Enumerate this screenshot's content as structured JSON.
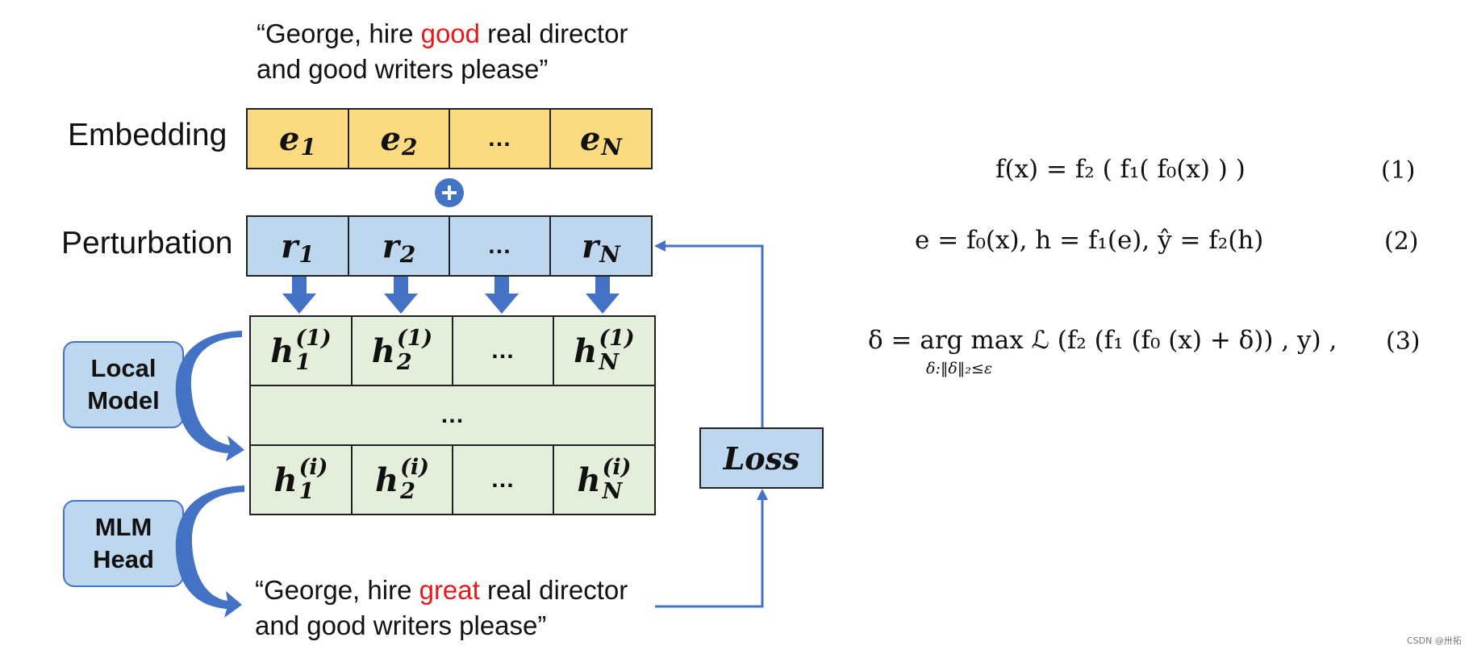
{
  "input_sentence": {
    "line1_prefix": "“George, hire ",
    "line1_highlight": "good",
    "line1_suffix": " real director",
    "line2": "and good writers please”"
  },
  "output_sentence": {
    "line1_prefix": "“George, hire ",
    "line1_highlight": "great",
    "line1_suffix": " real director",
    "line2": "and good writers please”"
  },
  "labels": {
    "embedding": "Embedding",
    "perturbation": "Perturbation"
  },
  "embedding_row": {
    "e1": "e",
    "e1_sub": "1",
    "e2": "e",
    "e2_sub": "2",
    "ellipsis": "…",
    "eN": "e",
    "eN_sub": "N"
  },
  "perturbation_row": {
    "r1": "r",
    "r1_sub": "1",
    "r2": "r",
    "r2_sub": "2",
    "ellipsis": "…",
    "rN": "r",
    "rN_sub": "N"
  },
  "hidden_row_1": {
    "h": "h",
    "sup": "(1)",
    "sub1": "1",
    "sub2": "2",
    "subN": "N",
    "ellipsis": "…"
  },
  "hidden_middle": {
    "ellipsis": "…"
  },
  "hidden_row_i": {
    "h": "h",
    "sup": "(i)",
    "sub1": "1",
    "sub2": "2",
    "subN": "N",
    "ellipsis": "…"
  },
  "plus_symbol": "+",
  "local_model": {
    "line1": "Local",
    "line2": "Model"
  },
  "mlm_head": {
    "line1": "MLM",
    "line2": "Head"
  },
  "loss_label": "Loss",
  "equations": {
    "eq1": {
      "text": "f(x) = f₂ ( f₁( f₀(x) ) )",
      "number": "(1)"
    },
    "eq2": {
      "text": "e = f₀(x), h = f₁(e), ŷ = f₂(h)",
      "number": "(2)"
    },
    "eq3": {
      "text": "δ = arg max ℒ (f₂ (f₁ (f₀ (x) + δ)) , y) ,",
      "under": "δ:‖δ‖₂≤ε",
      "number": "(3)"
    }
  },
  "colors": {
    "embedding_fill": "#fcda7f",
    "perturbation_fill": "#bdd7ee",
    "hidden_fill": "#e3efda",
    "arrow_blue": "#4472c4",
    "highlight_red": "#e8191b"
  },
  "watermark": "CSDN @卅拓"
}
